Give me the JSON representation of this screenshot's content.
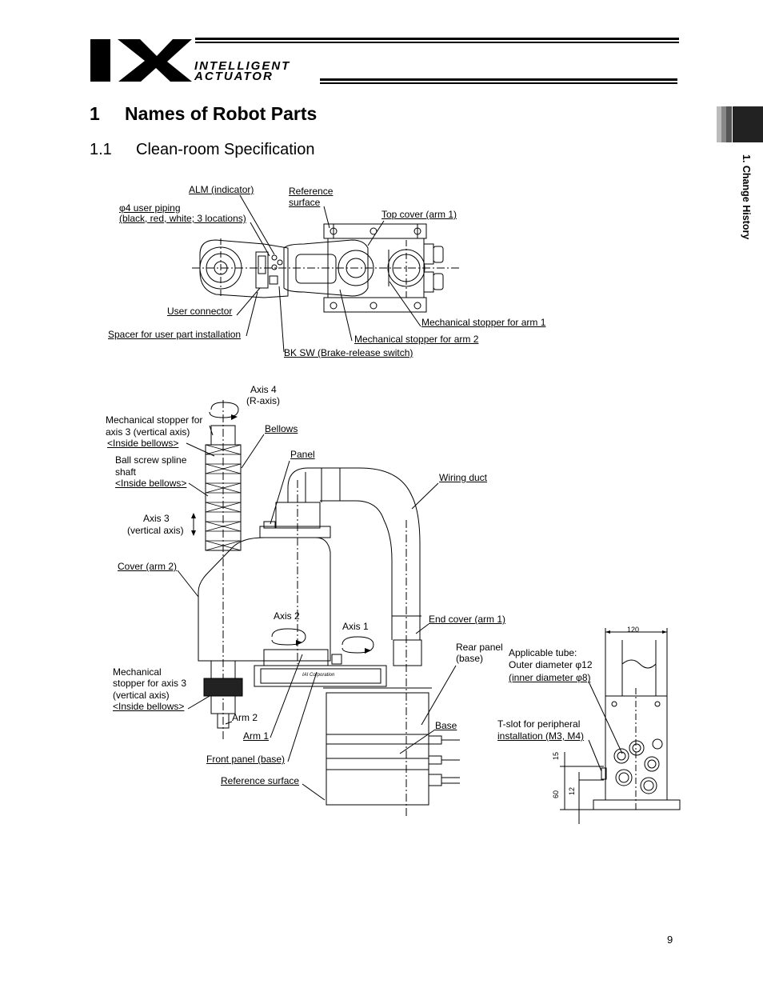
{
  "header": {
    "logo_letters": "IX",
    "brand_line1": "INTELLIGENT",
    "brand_line2": "ACTUATOR"
  },
  "section": {
    "number": "1",
    "title": "Names of Robot Parts"
  },
  "subsection": {
    "number": "1.1",
    "title": "Clean-room Specification"
  },
  "side_tab": {
    "label": "1. Change History"
  },
  "top_view": {
    "alm": "ALM (indicator)",
    "piping_1": "φ4 user piping",
    "piping_2": "(black, red, white; 3 locations)",
    "ref_1": "Reference",
    "ref_2": "surface",
    "top_cover": "Top cover (arm 1)",
    "user_connector": "User connector",
    "spacer": "Spacer for user part installation",
    "stopper_arm1": "Mechanical stopper for arm 1",
    "stopper_arm2": "Mechanical stopper for arm 2",
    "bk_sw": "BK SW (Brake-release switch)"
  },
  "side_view": {
    "axis4_1": "Axis 4",
    "axis4_2": "(R-axis)",
    "ms3_1": "Mechanical stopper for",
    "ms3_2": "axis 3 (vertical axis)",
    "ms3_3": "<Inside bellows>",
    "bellows": "Bellows",
    "ball_1": "Ball screw spline",
    "ball_2": "shaft",
    "ball_3": "<Inside bellows>",
    "panel": "Panel",
    "wiring_duct": "Wiring duct",
    "axis3_1": "Axis 3",
    "axis3_2": "(vertical axis)",
    "cover_arm2": "Cover (arm 2)",
    "axis2": "Axis 2",
    "axis1": "Axis 1",
    "end_cover": "End cover (arm 1)",
    "rear_1": "Rear panel",
    "rear_2": "(base)",
    "ms3b_1": "Mechanical",
    "ms3b_2": "stopper for axis 3",
    "ms3b_3": "(vertical axis)",
    "ms3b_4": "<Inside bellows>",
    "arm2": "Arm 2",
    "arm1": "Arm 1",
    "base": "Base",
    "front_panel": "Front panel (base)",
    "ref_surface": "Reference surface",
    "arm_plate": "IAI Corporation"
  },
  "rear_view": {
    "tube_1": "Applicable tube:",
    "tube_2": "Outer diameter φ12",
    "tube_3": "(inner diameter φ8)",
    "tslot_1": "T-slot for peripheral",
    "tslot_2": "installation (M3, M4)",
    "dim_width": "120",
    "dim_15": "15",
    "dim_60": "60",
    "dim_12": "12"
  },
  "page_number": "9"
}
